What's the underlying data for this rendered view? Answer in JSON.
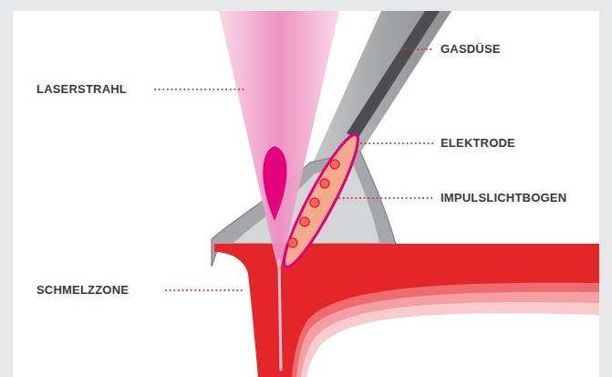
{
  "diagram": {
    "labels": [
      "LASERSTRAHL",
      "GASDÜSE",
      "ELEKTRODE",
      "IMPULSLICHTBOGEN",
      "SCHMELZZONE"
    ]
  }
}
